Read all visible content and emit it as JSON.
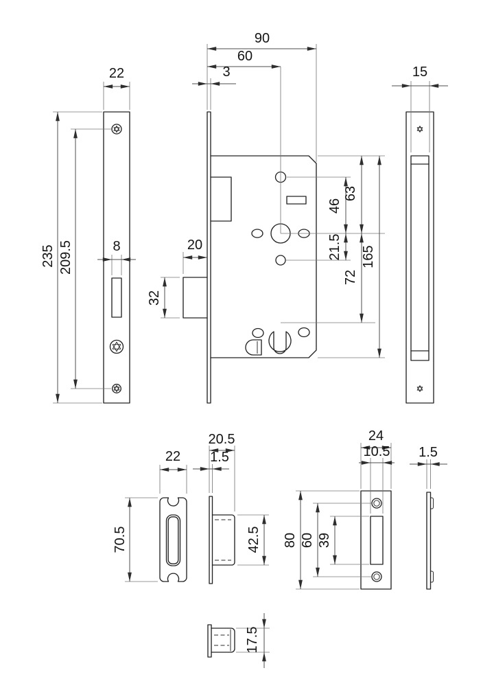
{
  "drawing": {
    "background": "#ffffff",
    "part_line_color": "#232323",
    "dimension_line_color": "#4d4d4d",
    "text_color": "#141414"
  },
  "views": {
    "faceplate_front": {
      "width": "22",
      "height": "235",
      "screw_spacing": "209.5",
      "slot_width": "8"
    },
    "lock_body": {
      "total_depth": "90",
      "backset": "60",
      "faceplate_thickness": "3",
      "deadbolt_width": "20",
      "deadbolt_height": "32",
      "top_hole_to_follower": "46",
      "case_top_to_follower": "63",
      "follower_to_lower_hole": "21.5",
      "follower_to_cylinder": "72",
      "case_height": "165"
    },
    "case_side": {
      "case_thickness": "15"
    },
    "insert_front": {
      "width": "22",
      "height": "70.5"
    },
    "insert_side": {
      "depth": "20.5",
      "plate_thickness": "1.5",
      "box_height": "42.5"
    },
    "strike_front": {
      "width": "24",
      "slot_width": "10.5",
      "screw_spacing": "60",
      "height": "80",
      "slot_height": "39"
    },
    "strike_side": {
      "plate_thickness": "1.5"
    },
    "box_top": {
      "box_depth": "17.5"
    }
  }
}
